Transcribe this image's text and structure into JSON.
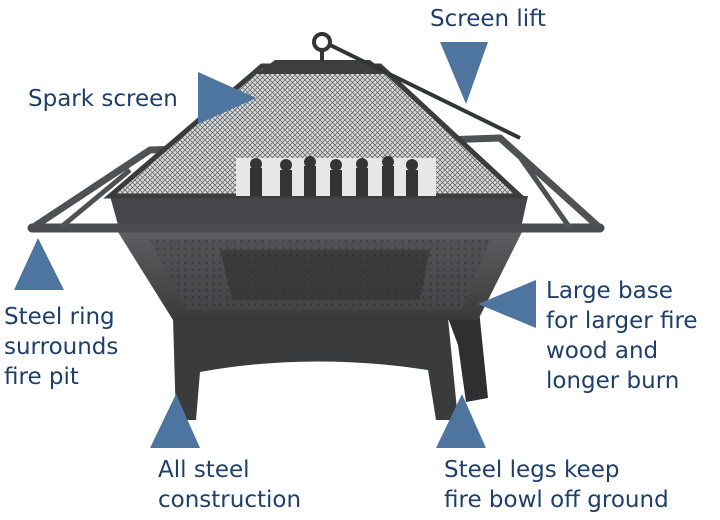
{
  "callouts": {
    "screen_lift": "Screen lift",
    "spark_screen": "Spark screen",
    "steel_ring": [
      "Steel ring",
      "surrounds",
      "fire pit"
    ],
    "large_base": [
      "Large base",
      "for larger fire",
      "wood and",
      "longer burn"
    ],
    "all_steel": [
      "All steel",
      "construction"
    ],
    "steel_legs": [
      "Steel legs keep",
      "fire bowl off ground"
    ]
  },
  "colors": {
    "callout_text": "#1f3f6b",
    "arrow": "#4e75a0",
    "steel_dark": "#3d3e40",
    "steel_mid": "#58595c",
    "mesh": "#cfd0d1",
    "background": "#ffffff"
  }
}
